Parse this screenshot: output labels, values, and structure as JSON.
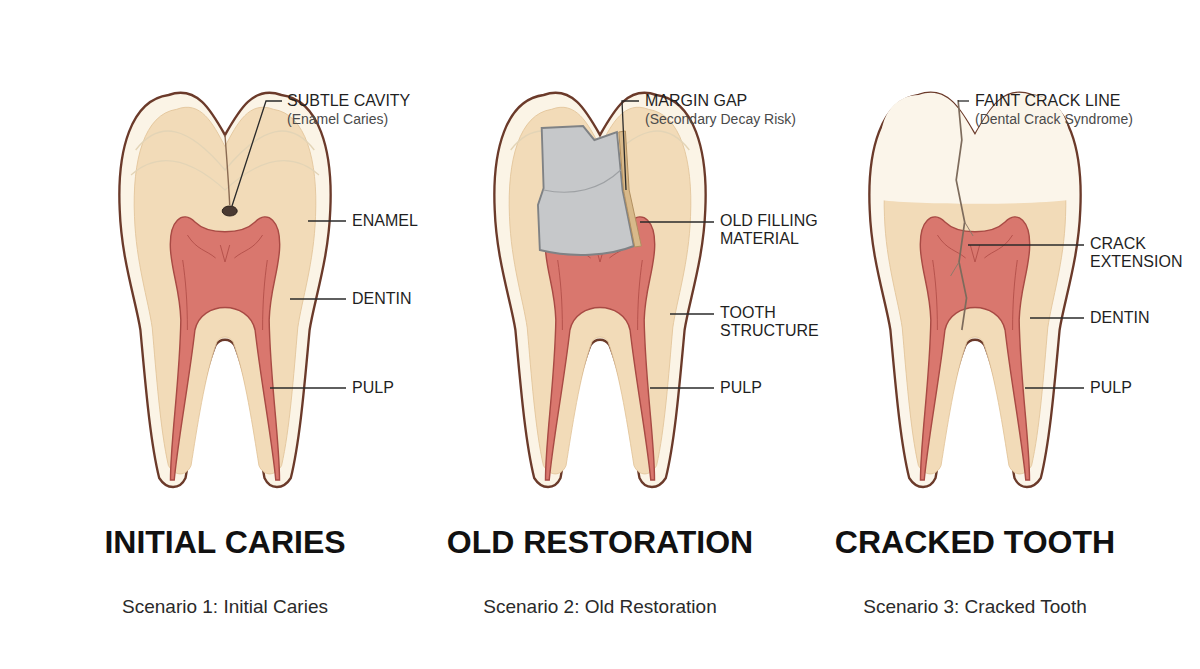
{
  "diagram": {
    "labels": [
      "SUBTLE CAVITY",
      "(Enamel Caries)",
      "ENAMEL",
      "DENTIN",
      "PULP",
      "INITIAL CARIES",
      "Scenario 1: Initial Caries",
      "MARGIN GAP",
      "(Secondary Decay Risk)",
      "OLD FILLING MATERIAL",
      "TOOTH STRUCTURE",
      "PULP",
      "OLD RESTORATION",
      "Scenario 2: Old Restoration",
      "FAINT CRACK LINE",
      "(Dental Crack Syndrome)",
      "CRACK EXTENSION",
      "DENTIN",
      "PULP",
      "CRACKED TOOTH",
      "Scenario 3: Cracked Tooth"
    ]
  }
}
